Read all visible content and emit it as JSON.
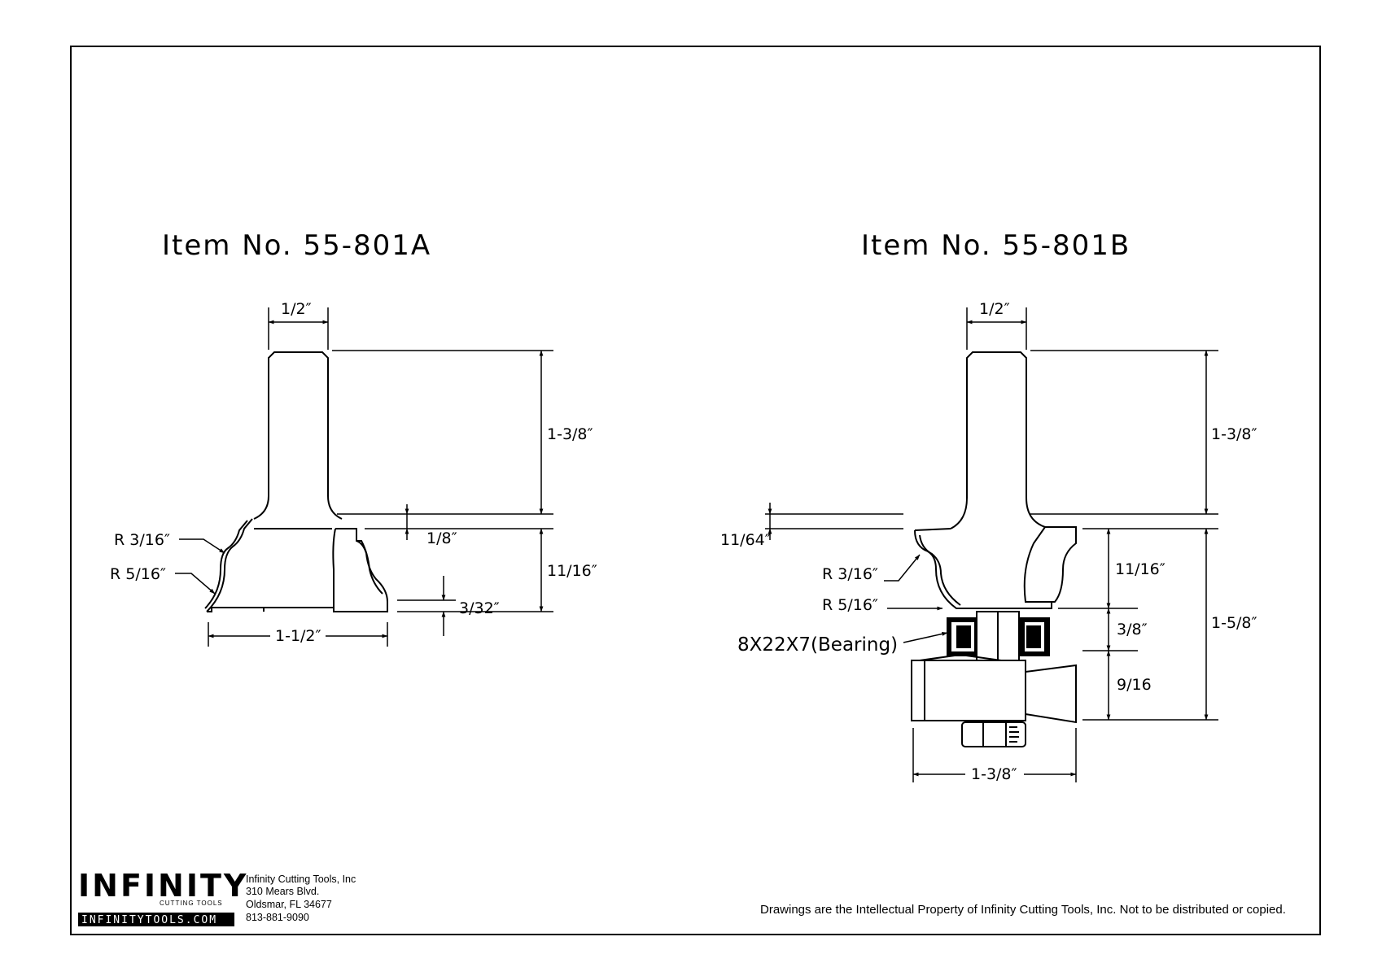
{
  "title_a": "Item No. 55-801A",
  "title_b": "Item No. 55-801B",
  "dims_a": {
    "shank_diameter": "1/2″",
    "shank_length": "1-3/8″",
    "step": "1/8″",
    "cut_height": "11/16″",
    "lip": "3/32″",
    "radius_top": "R 3/16″",
    "radius_bottom": "R 5/16″",
    "overall_diameter": "1-1/2″"
  },
  "dims_b": {
    "shank_diameter": "1/2″",
    "shank_length": "1-3/8″",
    "step": "11/64″",
    "radius_top": "R 3/16″",
    "radius_bottom": "R 5/16″",
    "cut_height": "11/16″",
    "bearing_stack": "3/8″",
    "slot_height": "9/16",
    "total_height": "1-5/8″",
    "bearing": "8X22X7(Bearing)",
    "overall_diameter": "1-3/8″"
  },
  "logo": {
    "name": "INFINITY",
    "tagline": "CUTTING TOOLS",
    "site": "INFINITYTOOLS.COM"
  },
  "address": {
    "company": "Infinity Cutting Tools, Inc",
    "street": "310 Mears Blvd.",
    "city": "Oldsmar, FL  34677",
    "phone": "813-881-9090"
  },
  "copyright": "Drawings are the Intellectual Property of Infinity Cutting Tools, Inc. Not to be distributed or copied."
}
